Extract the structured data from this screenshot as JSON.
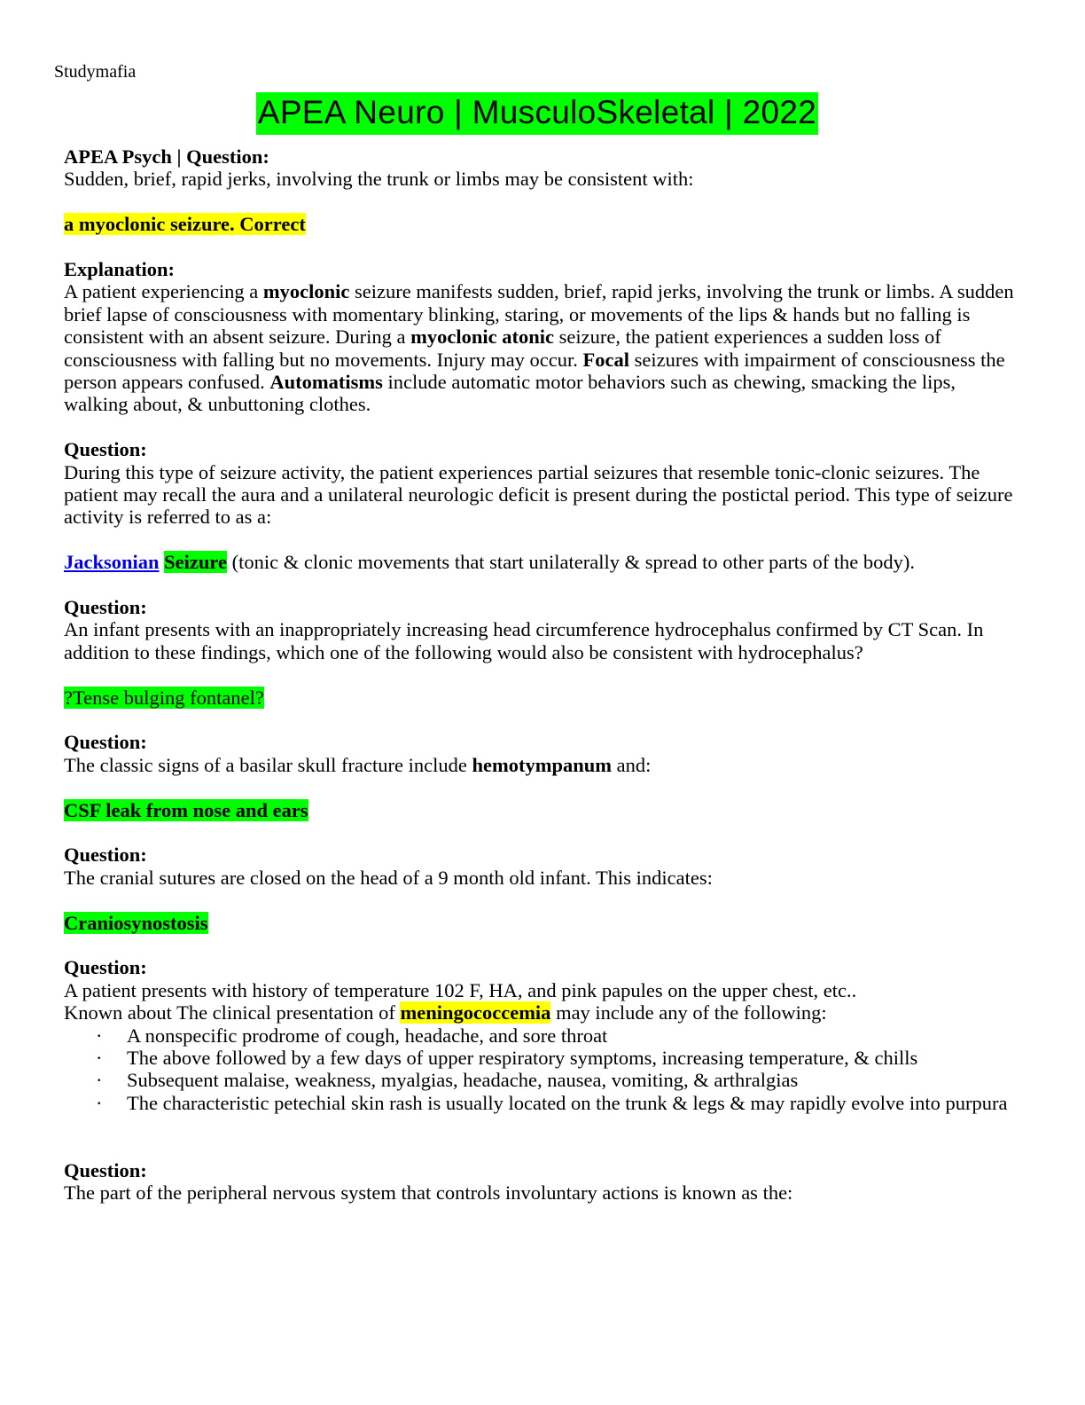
{
  "header": "Studymafia",
  "title": "APEA Neuro | MusculoSkeletal | 2022",
  "blocks": [
    {
      "lines": [
        [
          {
            "t": "APEA Psych | Question:",
            "b": true
          }
        ],
        [
          {
            "t": "Sudden, brief, rapid jerks, involving the trunk or limbs may be consistent with:"
          }
        ]
      ]
    },
    {
      "lines": [
        [
          {
            "t": "a myoclonic seizure. Correct",
            "b": true,
            "hl": "yellow"
          }
        ]
      ]
    },
    {
      "lines": [
        [
          {
            "t": "Explanation:",
            "b": true
          }
        ],
        [
          {
            "t": "A patient experiencing a "
          },
          {
            "t": "myoclonic",
            "b": true
          },
          {
            "t": " seizure manifests sudden, brief, rapid jerks, involving the trunk or limbs. A sudden brief lapse of consciousness with momentary blinking, staring, or movements of the lips & hands but no falling is consistent with an absent seizure. During a "
          },
          {
            "t": "myoclonic atonic",
            "b": true
          },
          {
            "t": " seizure, the patient experiences a sudden loss of consciousness with falling but no movements. Injury may occur. "
          },
          {
            "t": "Focal",
            "b": true
          },
          {
            "t": " seizures with impairment of consciousness the person appears confused. "
          },
          {
            "t": "Automatisms",
            "b": true
          },
          {
            "t": " include automatic motor behaviors such as chewing, smacking the lips, walking about, & unbuttoning clothes."
          }
        ]
      ]
    },
    {
      "lines": [
        [
          {
            "t": "Question:",
            "b": true
          }
        ],
        [
          {
            "t": "During this type of seizure activity, the patient experiences partial seizures that resemble tonic-clonic seizures. The patient may recall the aura and a unilateral neurologic deficit is present during the postictal period. This type of seizure activity is referred to as a:"
          }
        ]
      ]
    },
    {
      "lines": [
        [
          {
            "t": "Jacksonian",
            "link": true
          },
          {
            "t": " "
          },
          {
            "t": "Seizure",
            "b": true,
            "hl": "green"
          },
          {
            "t": " (tonic & clonic movements that start unilaterally & spread to other parts of the body)."
          }
        ]
      ]
    },
    {
      "lines": [
        [
          {
            "t": "Question:",
            "b": true
          }
        ],
        [
          {
            "t": "An infant presents with an inappropriately increasing head circumference hydrocephalus confirmed by CT Scan. In addition to these findings, which one of the following would also be consistent with hydrocephalus?"
          }
        ]
      ]
    },
    {
      "lines": [
        [
          {
            "t": "?Tense bulging fontanel?",
            "hl": "green"
          }
        ]
      ]
    },
    {
      "lines": [
        [
          {
            "t": "Question:",
            "b": true
          }
        ],
        [
          {
            "t": "The classic signs of a basilar skull fracture include "
          },
          {
            "t": "hemotympanum",
            "b": true
          },
          {
            "t": " and:"
          }
        ]
      ]
    },
    {
      "lines": [
        [
          {
            "t": "CSF leak from nose and ears",
            "b": true,
            "hl": "green"
          }
        ]
      ]
    },
    {
      "lines": [
        [
          {
            "t": "Question:",
            "b": true
          }
        ],
        [
          {
            "t": "The cranial sutures are closed on the head of a 9 month old infant. This indicates:"
          }
        ]
      ]
    },
    {
      "lines": [
        [
          {
            "t": "Craniosynostosis",
            "b": true,
            "hl": "green"
          }
        ]
      ]
    },
    {
      "lines": [
        [
          {
            "t": "Question:",
            "b": true
          }
        ],
        [
          {
            "t": "A patient presents with history of temperature 102 F, HA, and pink papules on the upper chest, etc.."
          }
        ],
        [
          {
            "t": "Known about The clinical presentation of "
          },
          {
            "t": "meningococcemia",
            "b": true,
            "hl": "yellow"
          },
          {
            "t": " may include any of the following:"
          }
        ]
      ],
      "bullets": [
        "A nonspecific prodrome of cough, headache, and sore throat",
        "The above followed by a few days of upper respiratory symptoms, increasing temperature, & chills",
        "Subsequent malaise, weakness, myalgias, headache, nausea, vomiting, & arthralgias",
        "The characteristic petechial skin rash is usually located on the trunk & legs & may rapidly evolve into purpura"
      ],
      "extra_space": true
    },
    {
      "lines": [
        [
          {
            "t": "Question:",
            "b": true
          }
        ],
        [
          {
            "t": "The part of the peripheral nervous system that controls involuntary actions is known as the:"
          }
        ]
      ]
    }
  ],
  "colors": {
    "green_highlight": "#00ff00",
    "yellow_highlight": "#ffff00",
    "link": "#0000ee"
  }
}
